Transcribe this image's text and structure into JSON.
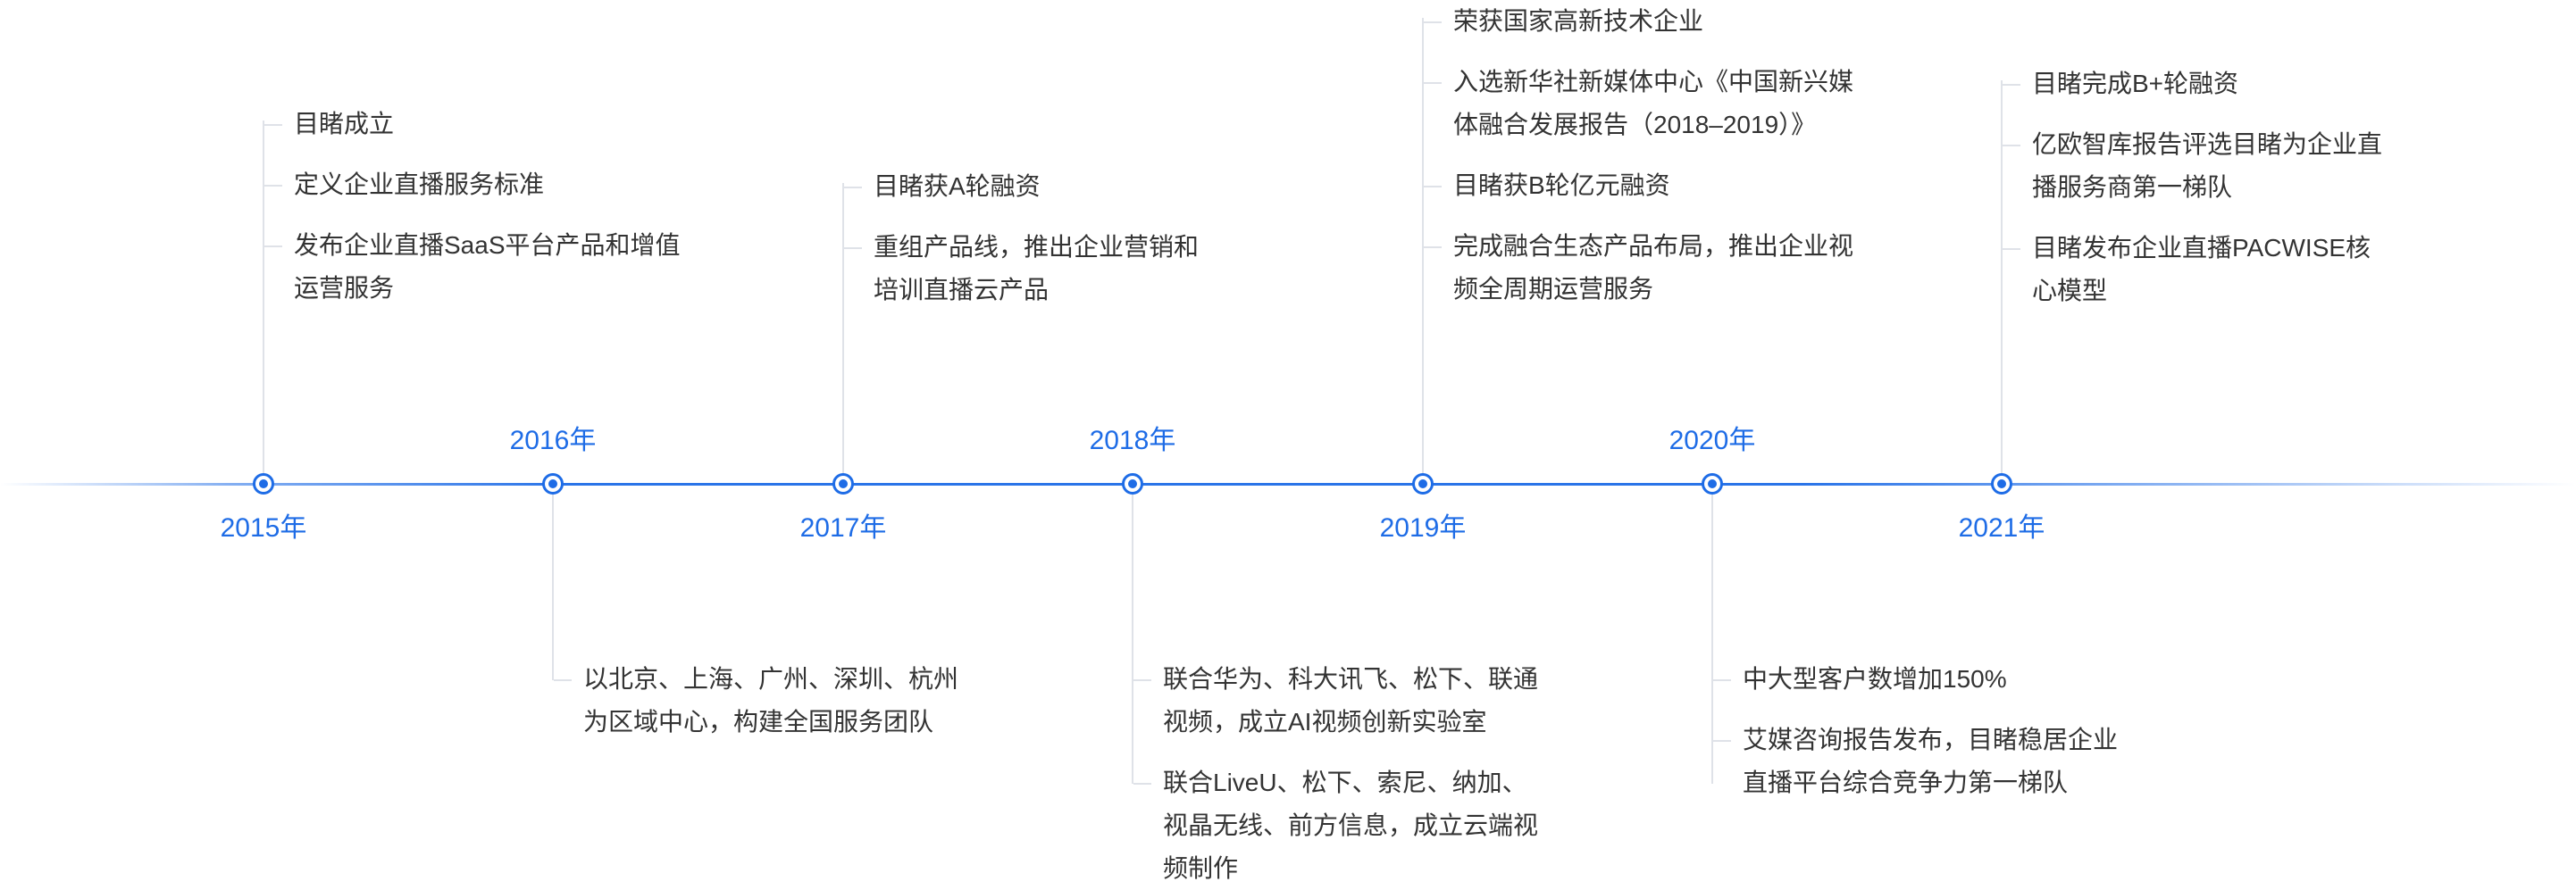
{
  "milestones": [
    {
      "year": "2015年",
      "events": [
        "目睹成立",
        "定义企业直播服务标准",
        "发布企业直播SaaS平台产品和增值运营服务"
      ]
    },
    {
      "year": "2016年",
      "events": [
        "以北京、上海、广州、深圳、杭州为区域中心，构建全国服务团队"
      ]
    },
    {
      "year": "2017年",
      "events": [
        "目睹获A轮融资",
        "重组产品线，推出企业营销和培训直播云产品"
      ]
    },
    {
      "year": "2018年",
      "events": [
        "联合华为、科大讯飞、松下、联通视频，成立AI视频创新实验室",
        "联合LiveU、松下、索尼、纳加、视晶无线、前方信息，成立云端视频制作"
      ]
    },
    {
      "year": "2019年",
      "events": [
        "荣获国家高新技术企业",
        "入选新华社新媒体中心《中国新兴媒体融合发展报告（2018–2019）》",
        "目睹获B轮亿元融资",
        "完成融合生态产品布局，推出企业视频全周期运营服务"
      ]
    },
    {
      "year": "2020年",
      "events": [
        "中大型客户数增加150%",
        "艾媒咨询报告发布，目睹稳居企业直播平台综合竞争力第一梯队"
      ]
    },
    {
      "year": "2021年",
      "events": [
        "目睹完成B+轮融资",
        "亿欧智库报告评选目睹为企业直播服务商第一梯队",
        "目睹发布企业直播PACWISE核心模型"
      ]
    }
  ]
}
